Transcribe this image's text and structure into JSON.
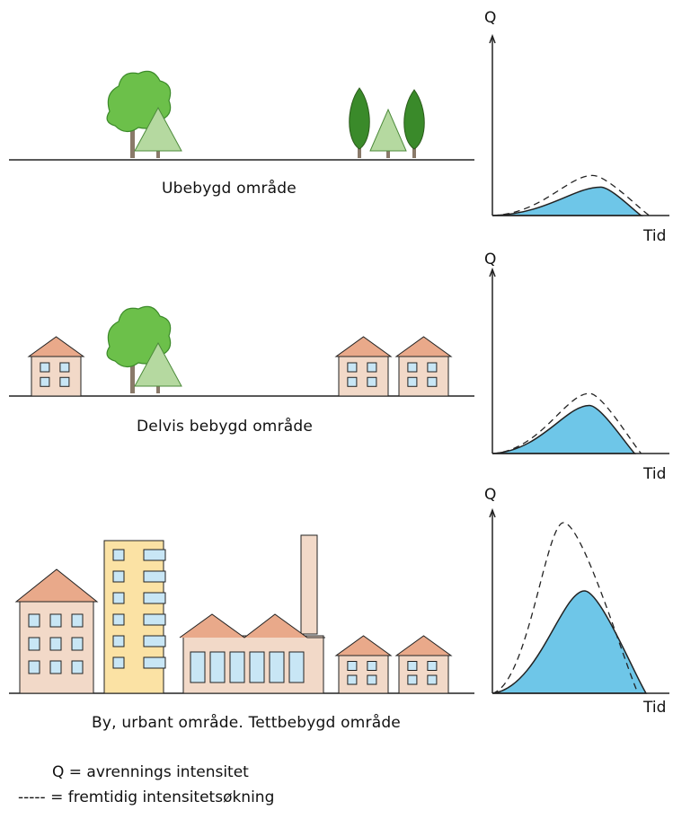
{
  "colors": {
    "tree_dark": "#3a8a2a",
    "tree_mid": "#6cc04a",
    "tree_light": "#b5d9a0",
    "roof": "#e9a98a",
    "wall": "#f2d9c8",
    "tower_wall": "#fbe2a4",
    "window": "#c8e6f5",
    "water": "#6ec6e8",
    "line": "#222222"
  },
  "panels": [
    {
      "caption": "Ubebygd område",
      "axis_y_label": "Q",
      "axis_x_label": "Tid",
      "scene": "trees",
      "chart_data": {
        "type": "area",
        "x_axis": "Tid",
        "y_axis": "Q",
        "series": [
          {
            "name": "",
            "style": "solid-filled",
            "peak_time": 0.67,
            "peak_q": 0.17,
            "end_time": 0.92
          },
          {
            "name": "",
            "style": "dashed",
            "peak_time": 0.62,
            "peak_q": 0.24,
            "end_time": 0.97
          }
        ]
      }
    },
    {
      "caption": "Delvis bebygd område",
      "axis_y_label": "Q",
      "axis_x_label": "Tid",
      "scene": "houses-trees",
      "chart_data": {
        "type": "area",
        "x_axis": "Tid",
        "y_axis": "Q",
        "series": [
          {
            "name": "",
            "style": "solid-filled",
            "peak_time": 0.6,
            "peak_q": 0.28,
            "end_time": 0.88
          },
          {
            "name": "",
            "style": "dashed",
            "peak_time": 0.6,
            "peak_q": 0.35,
            "end_time": 0.92
          }
        ]
      }
    },
    {
      "caption": "By, urbant område. Tettbebygd område",
      "axis_y_label": "Q",
      "axis_x_label": "Tid",
      "scene": "urban",
      "chart_data": {
        "type": "area",
        "x_axis": "Tid",
        "y_axis": "Q",
        "series": [
          {
            "name": "",
            "style": "solid-filled",
            "peak_time": 0.57,
            "peak_q": 0.6,
            "end_time": 0.95
          },
          {
            "name": "",
            "style": "dashed",
            "peak_time": 0.44,
            "peak_q": 1.0,
            "end_time": 0.9
          }
        ]
      }
    }
  ],
  "legend": {
    "q_line": "Q = avrennings intensitet",
    "dash_line": "----- = fremtidig intensitetsøkning"
  }
}
